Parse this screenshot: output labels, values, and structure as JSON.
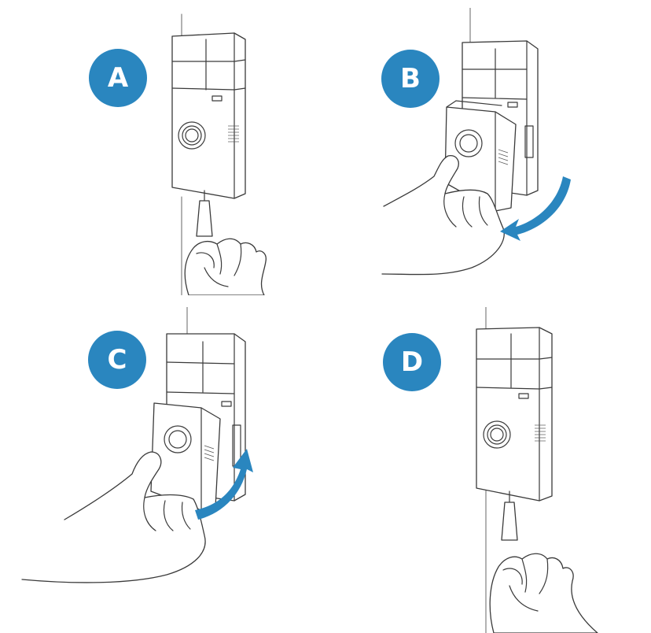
{
  "accent_color": "#2a86bf",
  "panels": [
    {
      "id": "a",
      "label": "A",
      "device": "doorbell-mounted",
      "tool": "screwdriver"
    },
    {
      "id": "b",
      "label": "B",
      "device": "faceplate-removed",
      "arrow": "down-left"
    },
    {
      "id": "c",
      "label": "C",
      "device": "faceplate-attach",
      "arrow": "up-right"
    },
    {
      "id": "d",
      "label": "D",
      "device": "doorbell-mounted",
      "tool": "screwdriver"
    }
  ]
}
